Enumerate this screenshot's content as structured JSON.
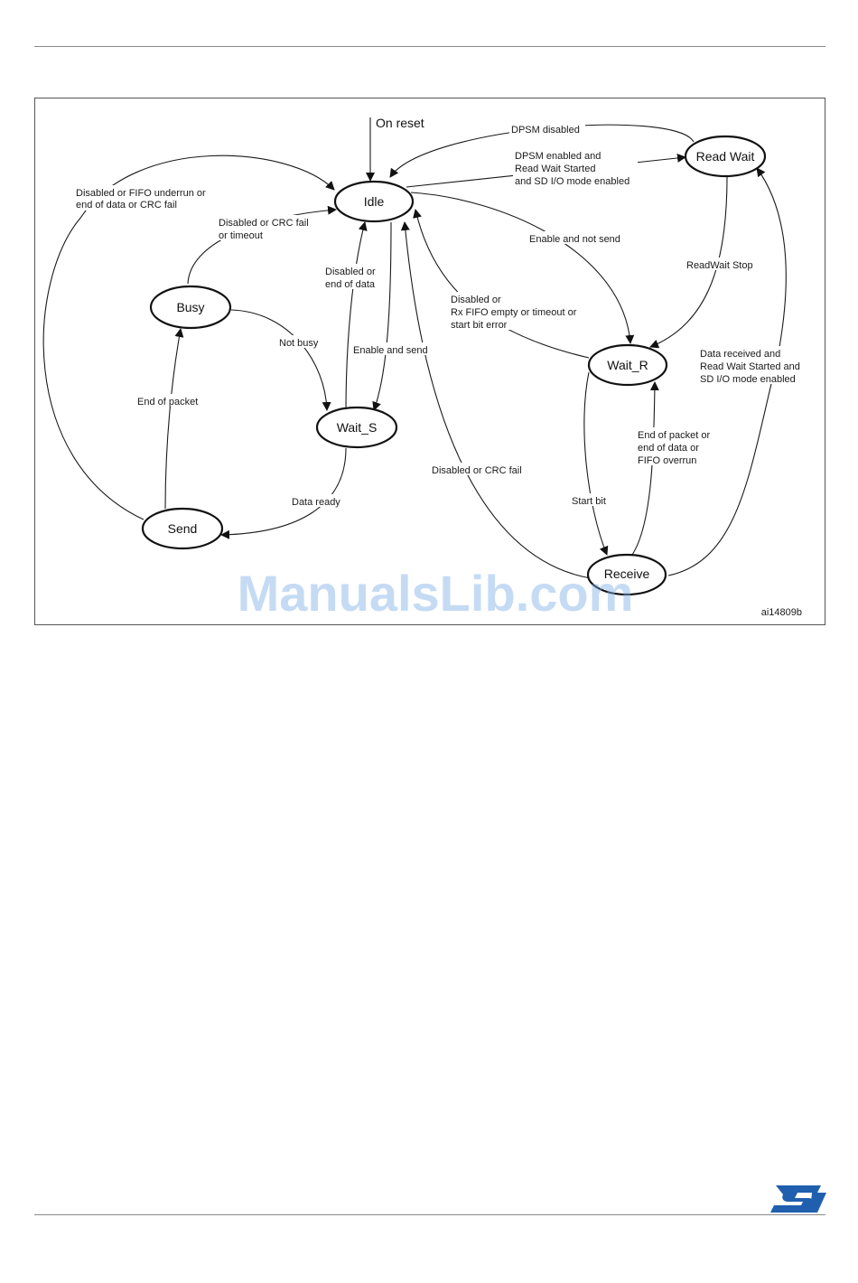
{
  "states": {
    "idle": "Idle",
    "read_wait": "Read Wait",
    "busy": "Busy",
    "wait_s": "Wait_S",
    "wait_r": "Wait_R",
    "send": "Send",
    "receive": "Receive"
  },
  "reset_label": "On reset",
  "transitions": {
    "dpsm_disabled": [
      "DPSM disabled"
    ],
    "dpsm_enabled": [
      "DPSM enabled and",
      "Read Wait Started",
      "and SD I/O mode enabled"
    ],
    "send_to_idle": [
      "Disabled or FIFO underrun or",
      "end of data or CRC fail"
    ],
    "busy_to_idle": [
      "Disabled or CRC fail",
      "or timeout"
    ],
    "enable_not_send": [
      "Enable and not send"
    ],
    "readwait_stop": [
      "ReadWait Stop"
    ],
    "waitr_to_idle": [
      "Disabled or",
      "Rx FIFO empty or timeout or",
      "start bit error"
    ],
    "waits_to_idle": [
      "Disabled or",
      "end of data"
    ],
    "not_busy": [
      "Not busy"
    ],
    "enable_and_send": [
      "Enable and send"
    ],
    "data_received": [
      "Data received and",
      "Read Wait Started and",
      "SD I/O mode enabled"
    ],
    "end_of_packet": [
      "End of packet"
    ],
    "receive_to_waitr": [
      "End of packet or",
      "end of data or",
      "FIFO overrun"
    ],
    "receive_to_idle": [
      "Disabled or CRC fail"
    ],
    "start_bit": [
      "Start bit"
    ],
    "data_ready": [
      "Data ready"
    ]
  },
  "figure_id": "ai14809b",
  "watermark": "ManualsLib.com",
  "logo": "ST"
}
